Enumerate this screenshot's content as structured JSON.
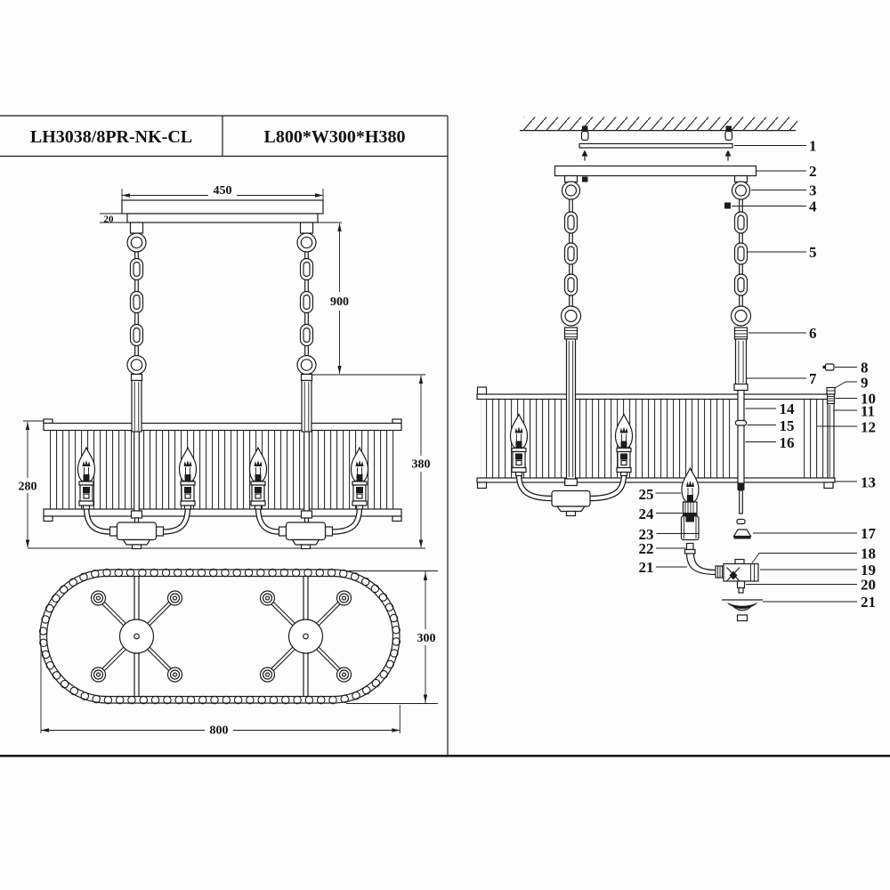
{
  "header": {
    "model": "LH3038/8PR-NK-CL",
    "size": "L800*W300*H380"
  },
  "front_view": {
    "canopy_width": "450",
    "canopy_thickness": "20",
    "suspension_height": "900",
    "shade_height": "280",
    "fixture_height": "380"
  },
  "top_view": {
    "length": "800",
    "width": "300"
  },
  "assembly": {
    "labels": {
      "n1": "1",
      "n2": "2",
      "n3": "3",
      "n4": "4",
      "n5": "5",
      "n6": "6",
      "n7": "7",
      "n8": "8",
      "n9": "9",
      "n10": "10",
      "n11": "11",
      "n12": "12",
      "n13": "13",
      "n14": "14",
      "n15": "15",
      "n16": "16",
      "n17": "17",
      "n18": "18",
      "n19": "19",
      "n20": "20",
      "n21": "21",
      "n21b": "21",
      "n22": "22",
      "n23": "23",
      "n24": "24",
      "n25": "25"
    }
  }
}
